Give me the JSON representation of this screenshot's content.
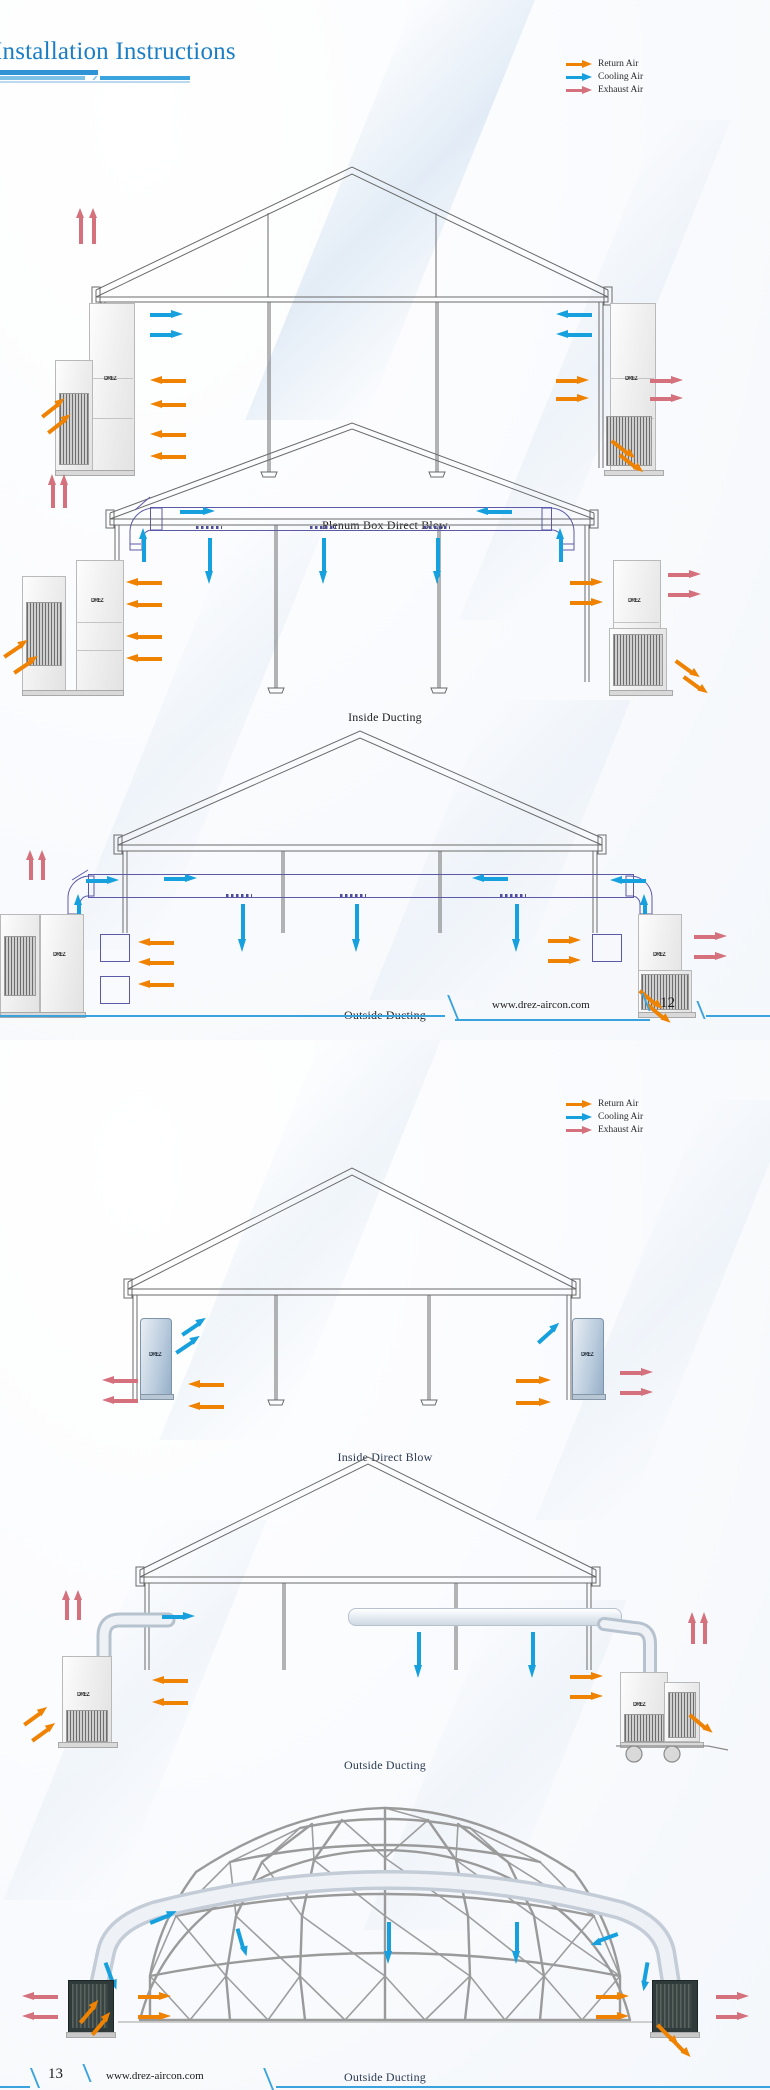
{
  "document": {
    "header": {
      "title": "Installation Instructions"
    },
    "brand": "DREZ",
    "legend": {
      "items": [
        {
          "label": "Return Air",
          "color": "#ef8200",
          "icon": "arrow-right-icon"
        },
        {
          "label": "Cooling Air",
          "color": "#16a0dd",
          "icon": "arrow-right-icon"
        },
        {
          "label": "Exhaust Air",
          "color": "#d4717c",
          "icon": "arrow-right-icon"
        }
      ]
    },
    "colors": {
      "return_air": "#ef8200",
      "cooling_air": "#16a0dd",
      "exhaust_air": "#d4717c",
      "accent_blue": "#1b7ec4",
      "rule_blue": "#2f93d6",
      "duct_outline": "#5b59a8",
      "frame_gray": "#5a5a5a"
    },
    "pages": [
      {
        "number": "12",
        "url": "www.drez-aircon.com",
        "footer_order": "url-then-number",
        "figures": [
          {
            "caption": "Plenum Box Direct Blow",
            "type": "gable-tent",
            "unit": "packaged-ac",
            "ducting": "plenum-box"
          },
          {
            "caption": "Inside Ducting",
            "type": "gable-tent",
            "unit": "packaged-ac",
            "ducting": "inside"
          },
          {
            "caption": "Outside Ducting",
            "type": "gable-tent",
            "unit": "packaged-ac",
            "ducting": "outside"
          }
        ]
      },
      {
        "number": "13",
        "url": "www.drez-aircon.com",
        "footer_order": "number-then-url",
        "figures": [
          {
            "caption": "Inside Direct Blow",
            "type": "gable-tent",
            "unit": "portable-ac",
            "ducting": "none"
          },
          {
            "caption": "Outside Ducting",
            "type": "gable-tent",
            "unit": "trailer-ac",
            "ducting": "outside"
          },
          {
            "caption": "Outside Ducting",
            "type": "geodesic-dome",
            "unit": "compact-ac",
            "ducting": "outside"
          }
        ]
      }
    ]
  }
}
